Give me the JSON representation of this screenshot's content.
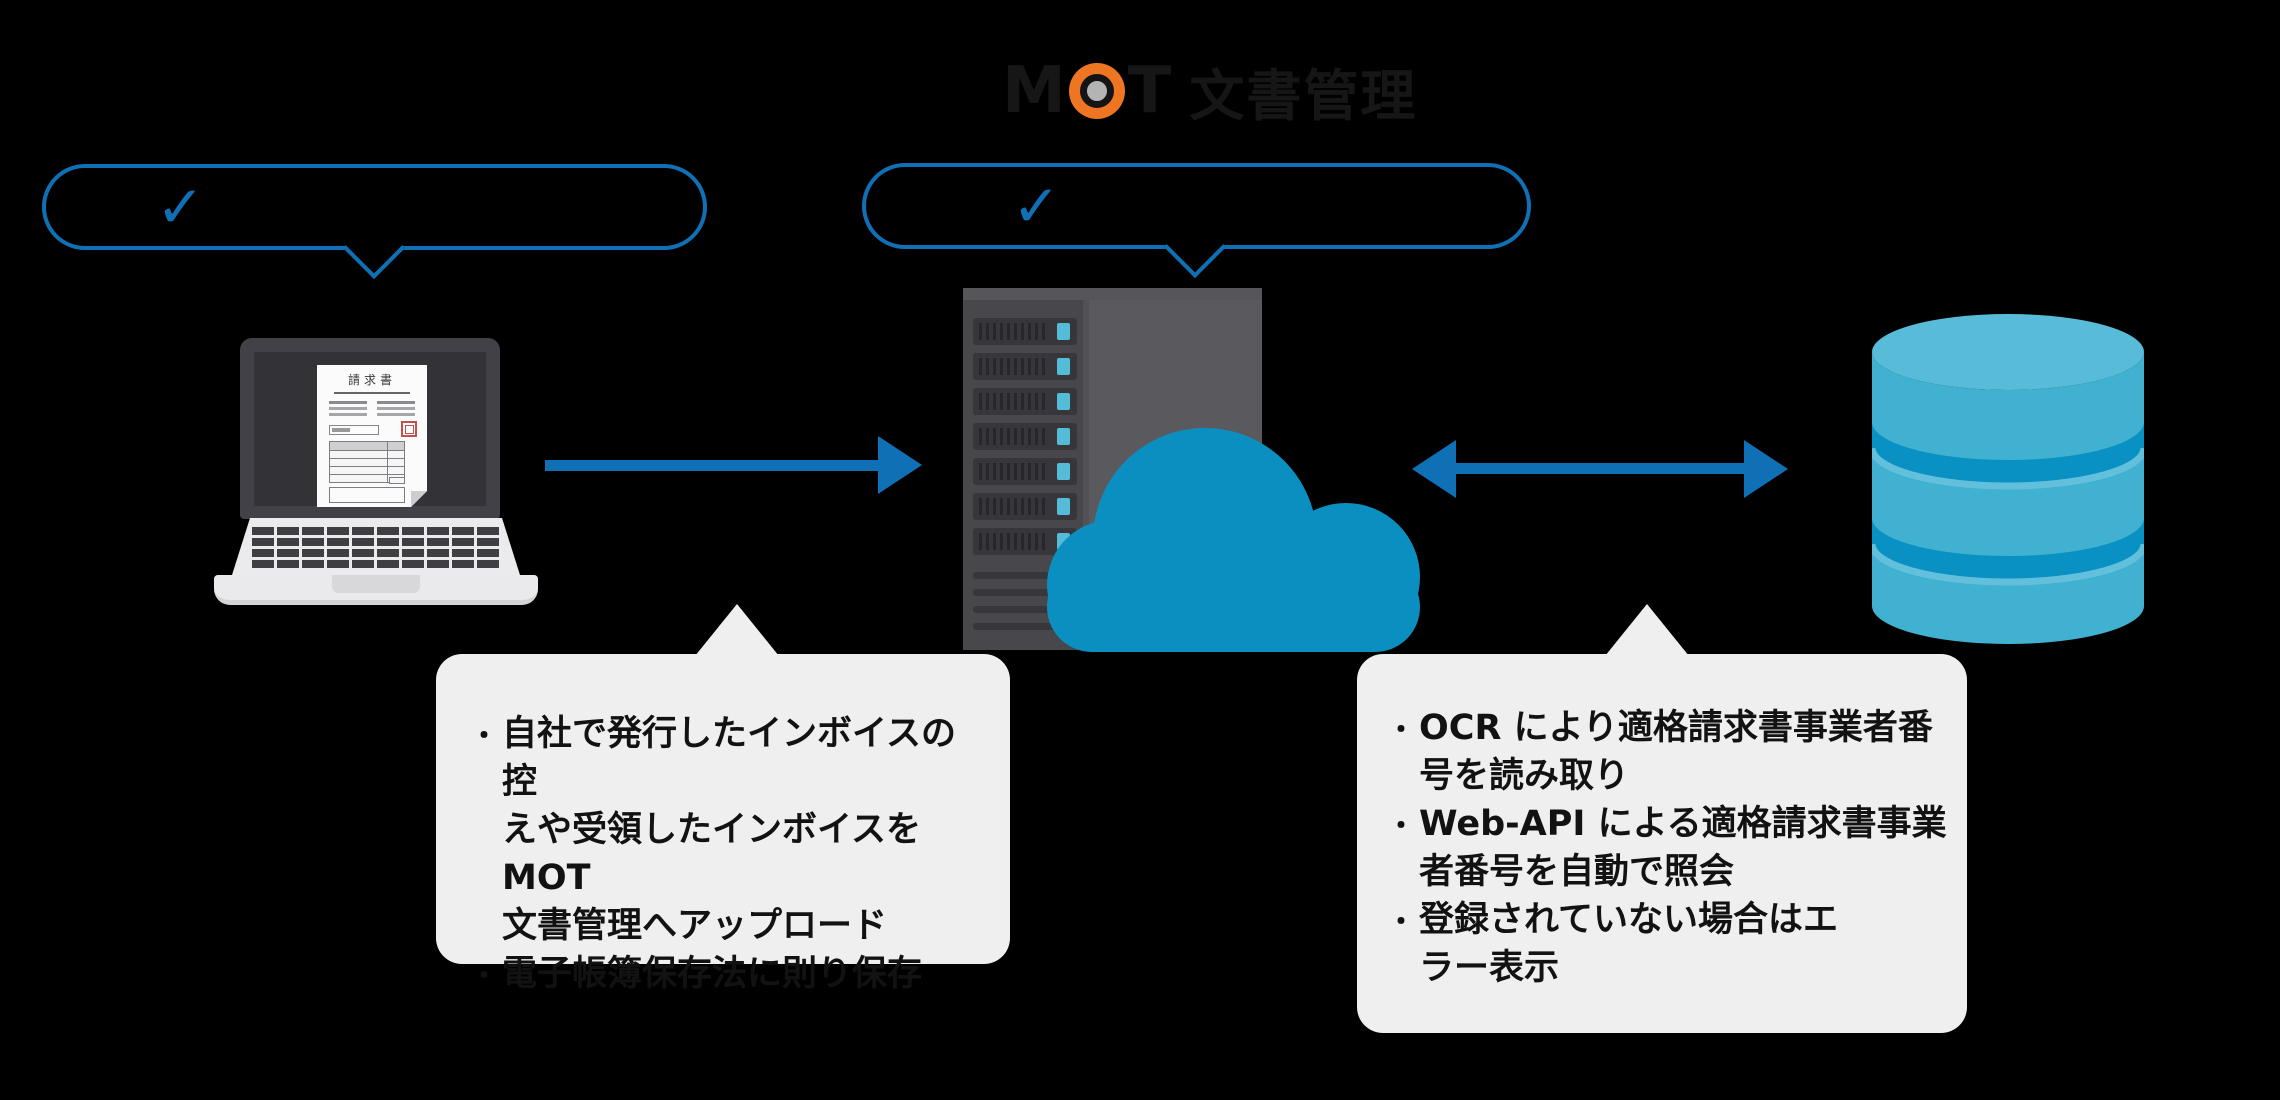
{
  "header": {
    "logo_prefix": "M",
    "logo_suffix": "T",
    "product_name": "文書管理"
  },
  "top_callouts": {
    "left": {
      "checkmark": "✓"
    },
    "right": {
      "checkmark": "✓"
    }
  },
  "laptop": {
    "invoice_title": "請求書"
  },
  "notes": {
    "left": {
      "items": [
        {
          "lines": [
            "自社で発行したインボイスの控",
            "えや受領したインボイスを MOT",
            "文書管理へアップロード"
          ]
        },
        {
          "lines": [
            "電子帳簿保存法に則り保存"
          ]
        }
      ]
    },
    "right": {
      "items": [
        {
          "lines": [
            "OCR により適格請求書事業者番",
            "号を読み取り"
          ]
        },
        {
          "lines": [
            "Web-API による適格請求書事業",
            "者番号を自動で照会"
          ]
        },
        {
          "lines": [
            "登録されていない場合はエ",
            "ラー表示"
          ]
        }
      ]
    }
  },
  "ui": {
    "bullet": "・"
  },
  "colors": {
    "background": "#000000",
    "accent_blue": "#1070b5",
    "cloud_blue": "#0a8fc0",
    "database_body_blue": "#41b1d1",
    "database_top_blue": "#58bcd9",
    "database_band_blue": "#0991c3",
    "logo_orange": "#ee7623",
    "note_background": "#efefef",
    "note_text": "#121212",
    "server_gray": "#47474c",
    "led_blue": "#54bcd9"
  }
}
